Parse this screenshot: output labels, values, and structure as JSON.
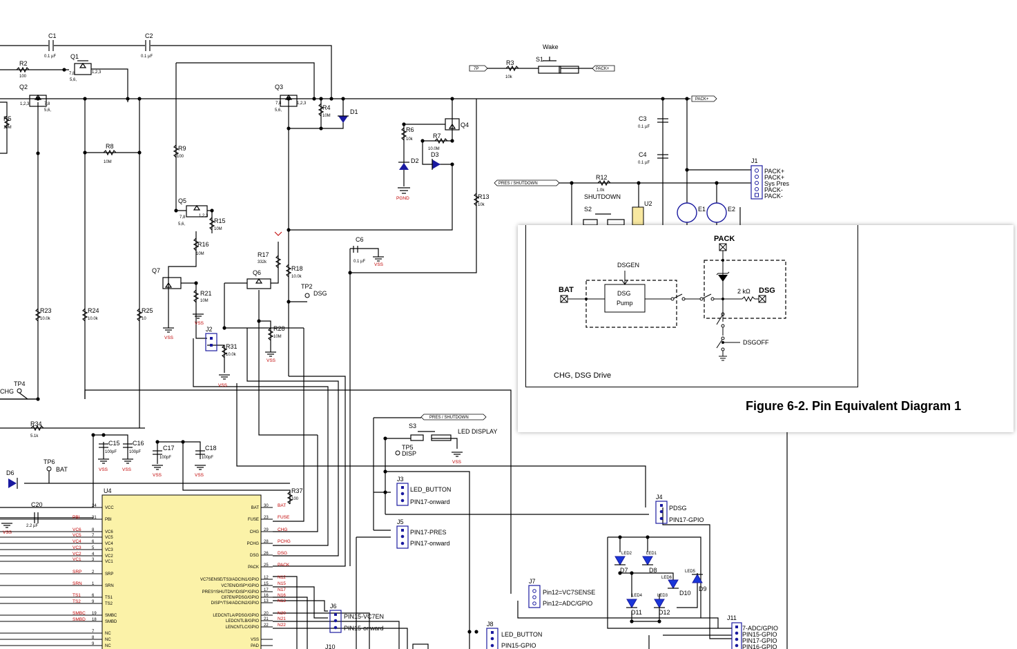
{
  "labels": {
    "C1": "C1",
    "C1v": "0.1 µF",
    "C2": "C2",
    "C2v": "0.1 µF",
    "R2": "R2",
    "R2v": "100",
    "Q1": "Q1",
    "Q1a": "1,2,3",
    "Q1b": "5,6,",
    "Q1c": "7,8",
    "Q2": "Q2",
    "Q2a": "1,2,3",
    "Q2b": "7,8",
    "Q2c": "5,6,",
    "R5": "R5",
    "R5v": "10M",
    "R8": "R8",
    "R8v": "10M",
    "R9": "R9",
    "R9v": "100",
    "Q3": "Q3",
    "Q3a": "7,8",
    "Q3b": "1,2,3",
    "Q3c": "5,6,",
    "R4": "R4",
    "R4v": "10M",
    "D1": "D1",
    "Q5": "Q5",
    "Q5a": "7,8",
    "Q5b": "5,6,",
    "Q5c": "1,2,3",
    "R15": "R15",
    "R15v": "10M",
    "R16": "R16",
    "R16v": "10M",
    "Q7": "Q7",
    "R21": "R21",
    "R21v": "10M",
    "R17": "R17",
    "R17v": "332k",
    "Q6": "Q6",
    "R18": "R18",
    "R18v": "10.0k",
    "TP2": "TP2",
    "DSG": "DSG",
    "R28": "R28",
    "R28v": "10M",
    "J2": "J2",
    "R31": "R31",
    "R31v": "10.0k",
    "R23": "R23",
    "R23v": "10.0k",
    "R24": "R24",
    "R24v": "10.0k",
    "R25": "R25",
    "R25v": "10",
    "TP4": "TP4",
    "CHG": "CHG",
    "R34": "R34",
    "R34v": "5.1k",
    "C15": "C15",
    "C15v": "100pF",
    "C16": "C16",
    "C16v": "100pF",
    "C17": "C17",
    "C17v": "100pF",
    "C18": "C18",
    "C18v": "100pF",
    "TP6": "TP6",
    "BAT": "BAT",
    "D6": "D6",
    "C20": "C20",
    "C20v": "2.2 µF",
    "R37": "R37",
    "R37v": "100",
    "U4": "U4",
    "C6": "C6",
    "C6v": "0.1 µF",
    "R6": "R6",
    "R6v": "10k",
    "D2": "D2",
    "PGND": "PGND",
    "R7": "R7",
    "R7v": "10.0M",
    "D3": "D3",
    "Q4": "Q4",
    "R13": "R13",
    "R13v": "10k",
    "Wake": "Wake",
    "R3": "R3",
    "R3v": "10k",
    "S1": "S1",
    "7P": "7P",
    "PACKp": "PACK+",
    "PACKp2": "PACK+",
    "C3": "C3",
    "C3v": "0.1 µF",
    "C4": "C4",
    "C4v": "0.1 µF",
    "J1": "J1",
    "J1a": "PACK+",
    "J1b": "PACK+",
    "J1c": "Sys Pres",
    "J1d": "PACK-",
    "J1e": "PACK-",
    "PRES": "PRES / SHUTDOWN",
    "R12": "R12",
    "R12v": "1.0k",
    "SHUTDOWN": "SHUTDOWN",
    "S2": "S2",
    "U2": "U2",
    "E1": "E1",
    "E2": "E2",
    "PRES2": "PRES / SHUTDOWN",
    "S3": "S3",
    "LEDDISP": "LED DISPLAY",
    "TP5": "TP5",
    "DISP": "DISP",
    "J3": "J3",
    "J3a": "LED_BUTTON",
    "J3b": "PIN17-onward",
    "J5": "J5",
    "J5a": "PIN17-PRES",
    "J5b": "PIN17-onward",
    "J4": "J4",
    "J4a": "PDSG",
    "J4b": "PIN17-GPIO",
    "J6": "J6",
    "J6a": "PIN15-VC7EN",
    "J6b": "PIN15-onward",
    "J7": "J7",
    "J7a": "Pin12=VC7SENSE",
    "J7b": "Pin12=ADC/GPIO",
    "J8": "J8",
    "J8a": "LED_BUTTON",
    "J8b": "PIN15-GPIO",
    "J10": "J10",
    "J11": "J11",
    "J11a": "7-ADC/GPIO",
    "J11b": "PIN15-GPIO",
    "J11c": "PIN17-GPIO",
    "J11d": "PIN16-GPIO",
    "D7": "D7",
    "D8": "D8",
    "D9": "D9",
    "D10": "D10",
    "D11": "D11",
    "D12": "D12",
    "LED1": "LED1",
    "LED2": "LED2",
    "LED3": "LED3",
    "LED4": "LED4",
    "LED5": "LED5",
    "LED6": "LED6",
    "VSS": "VSS"
  },
  "u4_left_pins": [
    {
      "num": "24",
      "name": "VCC",
      "net": ""
    },
    {
      "num": "31",
      "name": "PBI",
      "net": "PBI"
    },
    {
      "num": "8",
      "name": "VC6",
      "net": "VC6"
    },
    {
      "num": "7",
      "name": "VC5",
      "net": "VC5"
    },
    {
      "num": "6",
      "name": "VC4",
      "net": "VC4"
    },
    {
      "num": "5",
      "name": "VC3",
      "net": "VC3"
    },
    {
      "num": "4",
      "name": "VC2",
      "net": "VC2"
    },
    {
      "num": "3",
      "name": "VC1",
      "net": "VC1"
    },
    {
      "num": "2",
      "name": "SRP",
      "net": "SRP"
    },
    {
      "num": "1",
      "name": "SRN",
      "net": "SRN"
    },
    {
      "num": "6",
      "name": "TS1",
      "net": "TS1"
    },
    {
      "num": "9",
      "name": "TS2",
      "net": "TS2"
    },
    {
      "num": "19",
      "name": "SMBC",
      "net": "SMBC"
    },
    {
      "num": "18",
      "name": "SMBD",
      "net": "SMBD"
    },
    {
      "num": "7",
      "name": "NC",
      "net": ""
    },
    {
      "num": "8",
      "name": "NC",
      "net": ""
    },
    {
      "num": "9",
      "name": "NC",
      "net": ""
    }
  ],
  "u4_right_pins": [
    {
      "num": "30",
      "name": "BAT",
      "net": "BAT"
    },
    {
      "num": "23",
      "name": "FUSE",
      "net": "FUSE"
    },
    {
      "num": "29",
      "name": "CHG",
      "net": "CHG"
    },
    {
      "num": "28",
      "name": "PCHG",
      "net": "PCHG"
    },
    {
      "num": "26",
      "name": "DSG",
      "net": "DSG"
    },
    {
      "num": "25",
      "name": "PACK",
      "net": "PACK"
    },
    {
      "num": "12",
      "name": "VC7SENSE/TS3/ADCIN1/GPIO",
      "net": "N12"
    },
    {
      "num": "15",
      "name": "VC7EN/DISP*/GPIO",
      "net": "N15"
    },
    {
      "num": "17",
      "name": "PRES*/SHUTDN*/DISP*/GPIO",
      "net": "N17"
    },
    {
      "num": "16",
      "name": "C87EN/PDSG/GPIO",
      "net": "N16"
    },
    {
      "num": "13",
      "name": "DISP*/TS4/ADCIN2/GPIO",
      "net": "N13"
    },
    {
      "num": "20",
      "name": "LEDCNTLA/PDSG/GPIO",
      "net": "N20"
    },
    {
      "num": "21",
      "name": "LEDCNTLB/GPIO",
      "net": "N21"
    },
    {
      "num": "22",
      "name": "LENCNTLC/GPIO",
      "net": "N22"
    },
    {
      "num": "",
      "name": "VSS",
      "net": ""
    },
    {
      "num": "",
      "name": "PAD",
      "net": ""
    }
  ],
  "popup": {
    "pack": "PACK",
    "dsgen": "DSGEN",
    "bat": "BAT",
    "pump_line1": "DSG",
    "pump_line2": "Pump",
    "res": "2 kΩ",
    "dsg": "DSG",
    "dsgoff": "DSGOFF",
    "box_caption": "CHG, DSG Drive",
    "figure_caption": "Figure 6-2. Pin Equivalent Diagram 1"
  }
}
